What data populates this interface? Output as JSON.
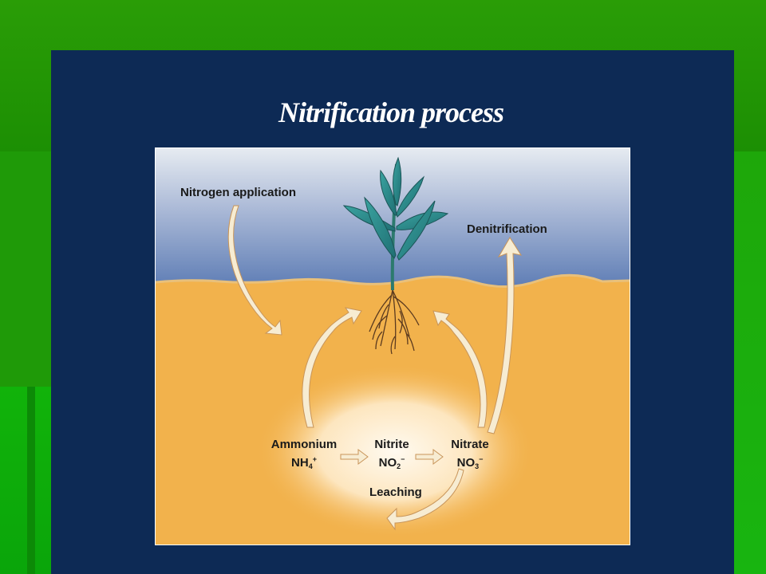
{
  "title": "Nitrification process",
  "labels": {
    "nitrogen_application": "Nitrogen application",
    "denitrification": "Denitrification",
    "leaching": "Leaching"
  },
  "compounds": {
    "ammonium": {
      "name": "Ammonium",
      "formula": "NH",
      "subscript": "4",
      "superscript": "+"
    },
    "nitrite": {
      "name": "Nitrite",
      "formula": "NO",
      "subscript": "2",
      "superscript": "−"
    },
    "nitrate": {
      "name": "Nitrate",
      "formula": "NO",
      "subscript": "3",
      "superscript": "−"
    }
  },
  "colors": {
    "slide_background": "#1f9a08",
    "panel": "#0d2a55",
    "sky_top": "#dde3ec",
    "sky_bottom": "#6b86b9",
    "soil": "#f2b24c",
    "arrow": "#f7ecd2",
    "leaf": "#2f8a8d"
  }
}
